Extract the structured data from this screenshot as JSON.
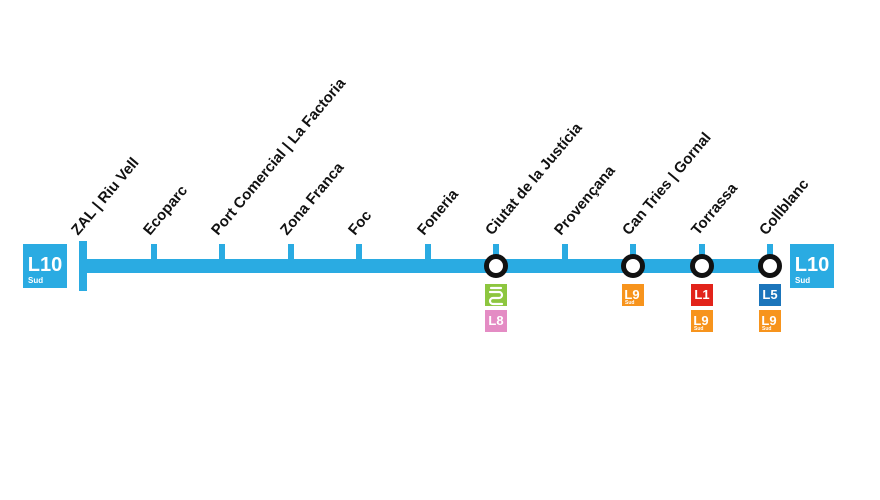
{
  "line": {
    "name": "L10",
    "sub": "Sud",
    "color": "#2aabe2"
  },
  "stations": [
    {
      "name": "ZAL | Riu Vell",
      "interchange": false,
      "connections": []
    },
    {
      "name": "Ecoparc",
      "interchange": false,
      "connections": []
    },
    {
      "name": "Port Comercial | La Factoria",
      "interchange": false,
      "connections": []
    },
    {
      "name": "Zona Franca",
      "interchange": false,
      "connections": []
    },
    {
      "name": "Foc",
      "interchange": false,
      "connections": []
    },
    {
      "name": "Foneria",
      "interchange": false,
      "connections": []
    },
    {
      "name": "Ciutat de la Justícia",
      "interchange": true,
      "connections": [
        {
          "label": "",
          "sub": "",
          "color": "#8dc63f",
          "icon": "fgc-icon"
        },
        {
          "label": "L8",
          "sub": "",
          "color": "#e48cc4",
          "icon": ""
        }
      ]
    },
    {
      "name": "Provençana",
      "interchange": false,
      "connections": []
    },
    {
      "name": "Can Tries | Gornal",
      "interchange": true,
      "connections": [
        {
          "label": "L9",
          "sub": "Sud",
          "color": "#f7941d",
          "icon": ""
        }
      ]
    },
    {
      "name": "Torrassa",
      "interchange": true,
      "connections": [
        {
          "label": "L1",
          "sub": "",
          "color": "#e2231a",
          "icon": ""
        },
        {
          "label": "L9",
          "sub": "Sud",
          "color": "#f7941d",
          "icon": ""
        }
      ]
    },
    {
      "name": "Collblanc",
      "interchange": true,
      "connections": [
        {
          "label": "L5",
          "sub": "",
          "color": "#1b75bb",
          "icon": ""
        },
        {
          "label": "L9",
          "sub": "Sud",
          "color": "#f7941d",
          "icon": ""
        }
      ]
    }
  ]
}
